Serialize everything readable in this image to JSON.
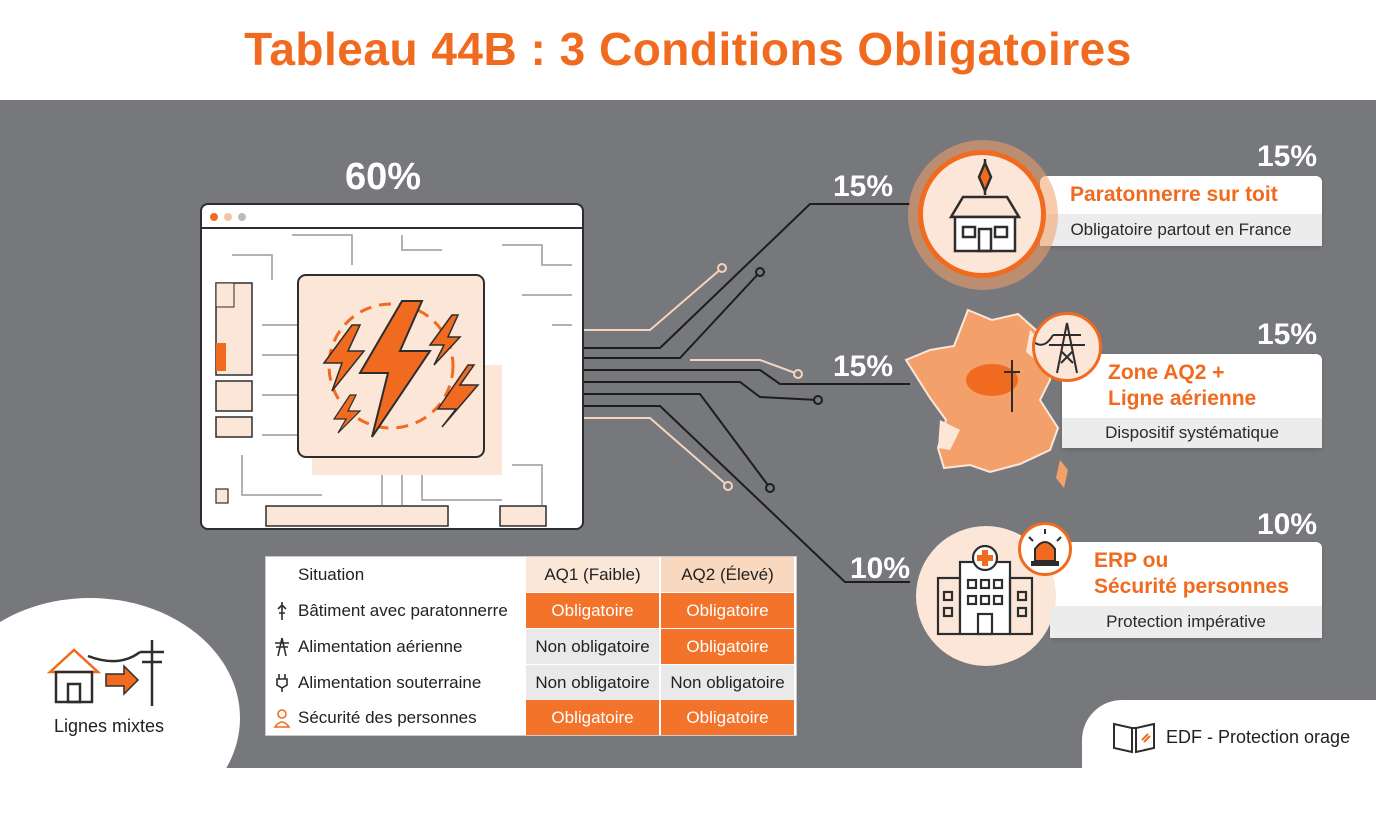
{
  "header": {
    "title": "Tableau 44B : 3 Conditions Obligatoires"
  },
  "panel": {
    "percent": "60%"
  },
  "connectors": {
    "p1": "15%",
    "p2": "15%",
    "p3": "10%"
  },
  "cards": [
    {
      "percent": "15%",
      "title": "Paratonnerre sur toit",
      "subtitle": "Obligatoire partout en France",
      "icon": "house-lightning-rod-icon"
    },
    {
      "percent": "15%",
      "title_line1": "Zone AQ2 +",
      "title_line2": "Ligne aérienne",
      "subtitle": "Dispositif systématique",
      "icon": "power-pylon-icon"
    },
    {
      "percent": "10%",
      "title_line1": "ERP ou",
      "title_line2": "Sécurité personnes",
      "subtitle": "Protection impérative",
      "icon": "hospital-icon"
    }
  ],
  "table": {
    "headers": [
      "Situation",
      "AQ1 (Faible)",
      "AQ2 (Élevé)"
    ],
    "rows": [
      {
        "label": "Bâtiment avec paratonnerre",
        "aq1": "Obligatoire",
        "aq2": "Obligatoire",
        "icon": "lightning-rod-icon"
      },
      {
        "label": "Alimentation aérienne",
        "aq1": "Non obligatoire",
        "aq2": "Obligatoire",
        "icon": "pylon-icon"
      },
      {
        "label": "Alimentation souterraine",
        "aq1": "Non obligatoire",
        "aq2": "Non obligatoire",
        "icon": "plug-icon"
      },
      {
        "label": "Sécurité des personnes",
        "aq1": "Obligatoire",
        "aq2": "Obligatoire",
        "icon": "person-icon"
      }
    ]
  },
  "footer_left": {
    "label": "Lignes mixtes",
    "icon": "house-power-line-icon"
  },
  "footer_right": {
    "label": "EDF - Protection orage",
    "icon": "book-icon"
  },
  "colors": {
    "accent": "#f06b1f",
    "background": "#76787c",
    "light_accent": "#fbe6d8"
  }
}
